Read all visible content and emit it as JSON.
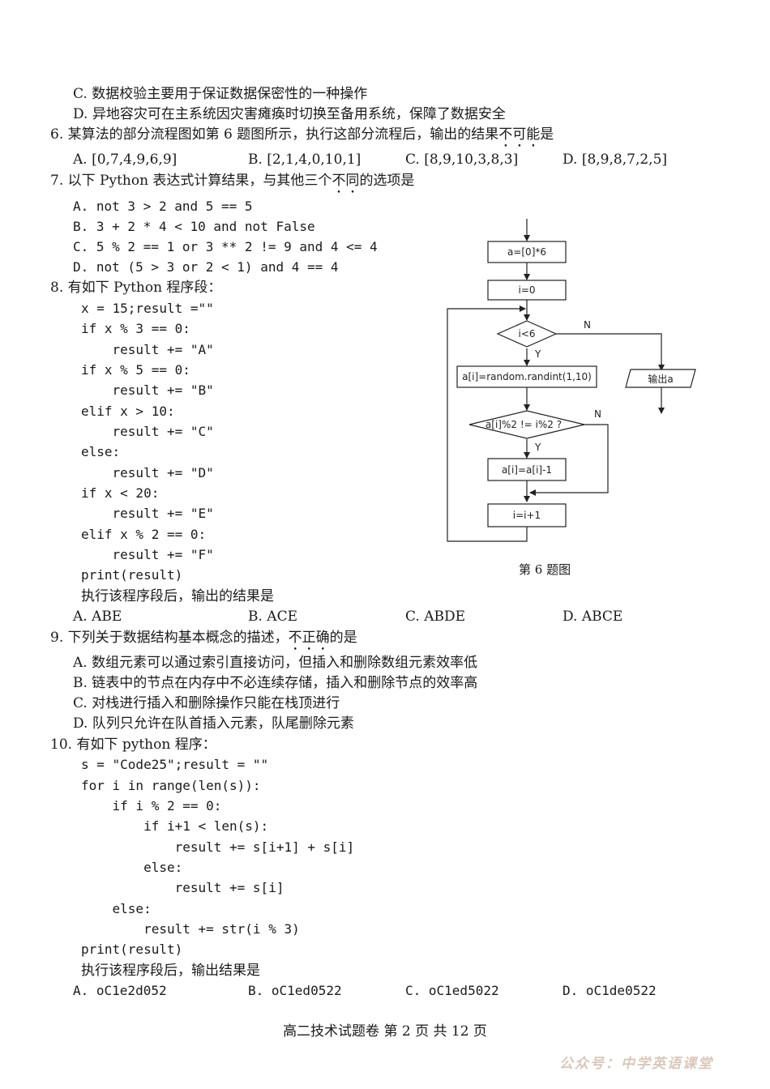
{
  "q5_tail": {
    "optC": "C. 数据校验主要用于保证数据保密性的一种操作",
    "optD": "D. 异地容灾可在主系统因灾害瘫痪时切换至备用系统，保障了数据安全"
  },
  "q6": {
    "stem_a": "6. 某算法的部分流程图如第 6 题图所示，执行这部分流程后，输出的结果",
    "stem_em": "不可能",
    "stem_b": "是",
    "A": "A. [0,7,4,9,6,9]",
    "B": "B. [2,1,4,0,10,1]",
    "C": "C. [8,9,10,3,8,3]",
    "D": "D. [8,9,8,7,2,5]"
  },
  "q7": {
    "stem_a": "7. 以下 Python 表达式计算结果，与其他三个",
    "stem_em": "不同",
    "stem_b": "的选项是",
    "A": "A. not 3 > 2 and 5 == 5",
    "B": "B. 3 + 2 * 4 < 10 and not False",
    "C": "C. 5 % 2 == 1 or 3 ** 2 != 9 and 4 <= 4",
    "D": "D. not (5 > 3 or 2 < 1) and 4 == 4"
  },
  "q8": {
    "stem": "8. 有如下 Python 程序段：",
    "code": [
      "x = 15;result =\"\"",
      "if x % 3 == 0:",
      "    result += \"A\"",
      "if x % 5 == 0:",
      "    result += \"B\"",
      "elif x > 10:",
      "    result += \"C\"",
      "else:",
      "    result += \"D\"",
      "if x < 20:",
      "    result += \"E\"",
      "elif x % 2 == 0:",
      "    result += \"F\"",
      "print(result)"
    ],
    "after": "执行该程序段后，输出的结果是",
    "A": "A. ABE",
    "B": "B. ACE",
    "C": "C. ABDE",
    "D": "D. ABCE"
  },
  "flowchart": {
    "init": "a=[0]*6",
    "i0": "i=0",
    "cond1": "i<6",
    "rand": "a[i]=random.randint(1,10)",
    "cond2": "a[i]%2 != i%2 ?",
    "dec": "a[i]=a[i]-1",
    "inc": "i=i+1",
    "out": "输出a",
    "yes": "Y",
    "no": "N",
    "caption": "第 6 题图"
  },
  "q9": {
    "stem_a": "9. 下列关于数据结构基本概念的描述，",
    "stem_em": "不正确",
    "stem_b": "的是",
    "A": "A. 数组元素可以通过索引直接访问，但插入和删除数组元素效率低",
    "B": "B. 链表中的节点在内存中不必连续存储，插入和删除节点的效率高",
    "C": "C. 对栈进行插入和删除操作只能在栈顶进行",
    "D": "D. 队列只允许在队首插入元素，队尾删除元素"
  },
  "q10": {
    "stem": "10. 有如下 python 程序：",
    "code": [
      "s = \"Code25\";result = \"\"",
      "for i in range(len(s)):",
      "    if i % 2 == 0:",
      "        if i+1 < len(s):",
      "            result += s[i+1] + s[i]",
      "        else:",
      "            result += s[i]",
      "    else:",
      "        result += str(i % 3)",
      "print(result)"
    ],
    "after": "执行该程序段后，输出结果是",
    "A": "A. oC1e2d052",
    "B": "B. oC1ed0522",
    "C": "C. oC1ed5022",
    "D": "D. oC1de0522"
  },
  "footer": "高二技术试题卷  第 2 页 共 12 页",
  "watermark": "公众号：中学英语课堂"
}
